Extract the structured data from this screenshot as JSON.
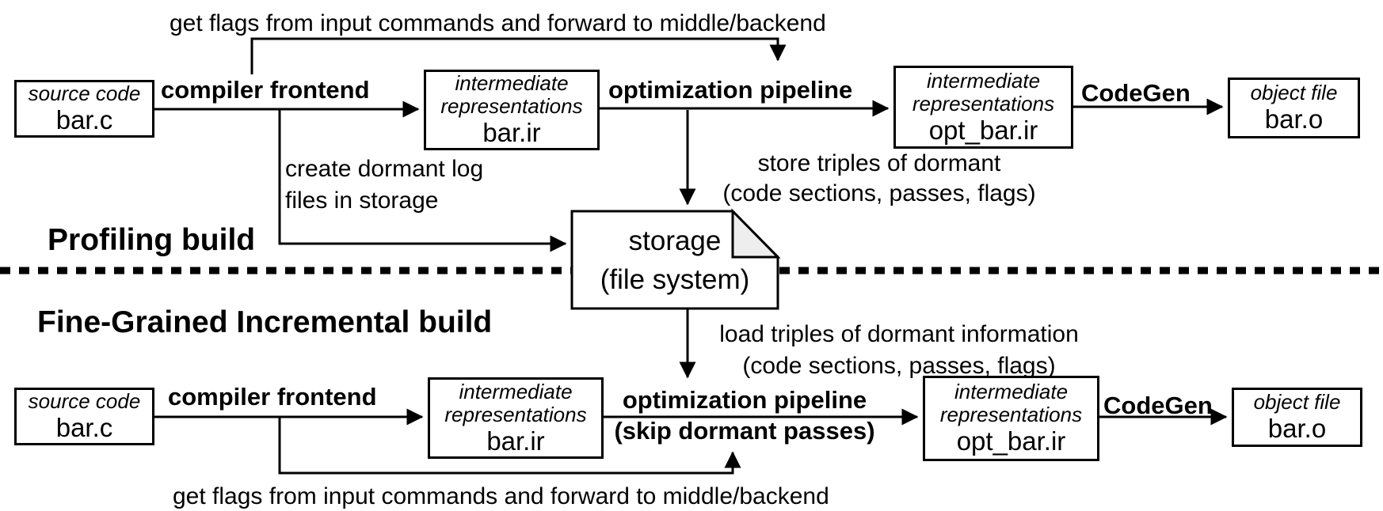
{
  "colors": {
    "line": "#000000",
    "background": "#ffffff",
    "fold_fill": "#eeeeee"
  },
  "sections": {
    "profiling_label": "Profiling build",
    "incremental_label": "Fine-Grained Incremental build"
  },
  "annotations": {
    "get_flags_top": "get flags from input commands and forward to middle/backend",
    "get_flags_bottom": "get flags from input commands and forward to middle/backend",
    "create_dormant_line1": "create dormant log",
    "create_dormant_line2": "files in storage",
    "store_triples_line1": "store triples of dormant",
    "store_triples_line2": "(code sections, passes, flags)",
    "load_triples_line1": "load triples of dormant information",
    "load_triples_line2": "(code sections, passes, flags)"
  },
  "storage": {
    "name": "storage",
    "subtitle": "(file system)"
  },
  "profiling_row": {
    "source_caption": "source code",
    "source_name": "bar.c",
    "frontend_label": "compiler frontend",
    "ir_caption_line1": "intermediate",
    "ir_caption_line2": "representations",
    "ir_name": "bar.ir",
    "pipeline_label": "optimization pipeline",
    "opt_caption_line1": "intermediate",
    "opt_caption_line2": "representations",
    "opt_name": "opt_bar.ir",
    "codegen_label": "CodeGen",
    "object_caption": "object file",
    "object_name": "bar.o"
  },
  "incremental_row": {
    "source_caption": "source code",
    "source_name": "bar.c",
    "frontend_label": "compiler frontend",
    "ir_caption_line1": "intermediate",
    "ir_caption_line2": "representations",
    "ir_name": "bar.ir",
    "pipeline_label_line1": "optimization pipeline",
    "pipeline_label_line2": "(skip dormant passes)",
    "opt_caption_line1": "intermediate",
    "opt_caption_line2": "representations",
    "opt_name": "opt_bar.ir",
    "codegen_label": "CodeGen",
    "object_caption": "object file",
    "object_name": "bar.o"
  }
}
